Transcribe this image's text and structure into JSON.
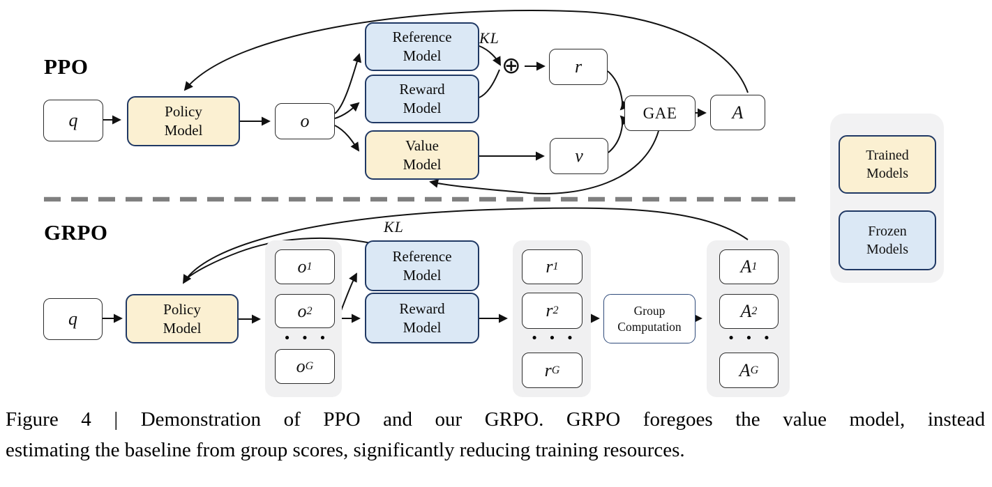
{
  "colors": {
    "trained-fill": "#FBF0D2",
    "frozen-fill": "#DBE8F5",
    "model-border": "#1F3864",
    "node-border": "#2B2B2B",
    "panel-bg": "#F0F0F1",
    "legend-bg": "#F2F2F3",
    "arrow": "#111111",
    "divider": "#7F7F7F",
    "group-border": "#2E4A7A"
  },
  "ppo": {
    "section_label": "PPO",
    "kl_label": "KL",
    "oplus_symbol": "⊕",
    "nodes": {
      "q": "q",
      "o": "o",
      "r": "r",
      "v": "v",
      "gae": "GAE",
      "A": "A",
      "policy": "Policy\nModel",
      "reference": "Reference\nModel",
      "reward": "Reward\nModel",
      "value": "Value\nModel"
    }
  },
  "grpo": {
    "section_label": "GRPO",
    "kl_label": "KL",
    "ellipsis": "• • •",
    "nodes": {
      "q": "q",
      "policy": "Policy\nModel",
      "reference": "Reference\nModel",
      "reward": "Reward\nModel",
      "group": "Group\nComputation",
      "o": [
        {
          "base": "o",
          "sub": "1"
        },
        {
          "base": "o",
          "sub": "2"
        },
        {
          "base": "o",
          "sub": "G"
        }
      ],
      "r": [
        {
          "base": "r",
          "sub": "1"
        },
        {
          "base": "r",
          "sub": "2"
        },
        {
          "base": "r",
          "sub": "G"
        }
      ],
      "A": [
        {
          "base": "A",
          "sub": "1"
        },
        {
          "base": "A",
          "sub": "2"
        },
        {
          "base": "A",
          "sub": "G"
        }
      ]
    }
  },
  "legend": {
    "trained": "Trained\nModels",
    "frozen": "Frozen\nModels"
  },
  "caption": {
    "line1": "Figure 4 | Demonstration of PPO and our GRPO. GRPO foregoes the value model, instead",
    "line2": "estimating the baseline from group scores, significantly reducing training resources."
  }
}
